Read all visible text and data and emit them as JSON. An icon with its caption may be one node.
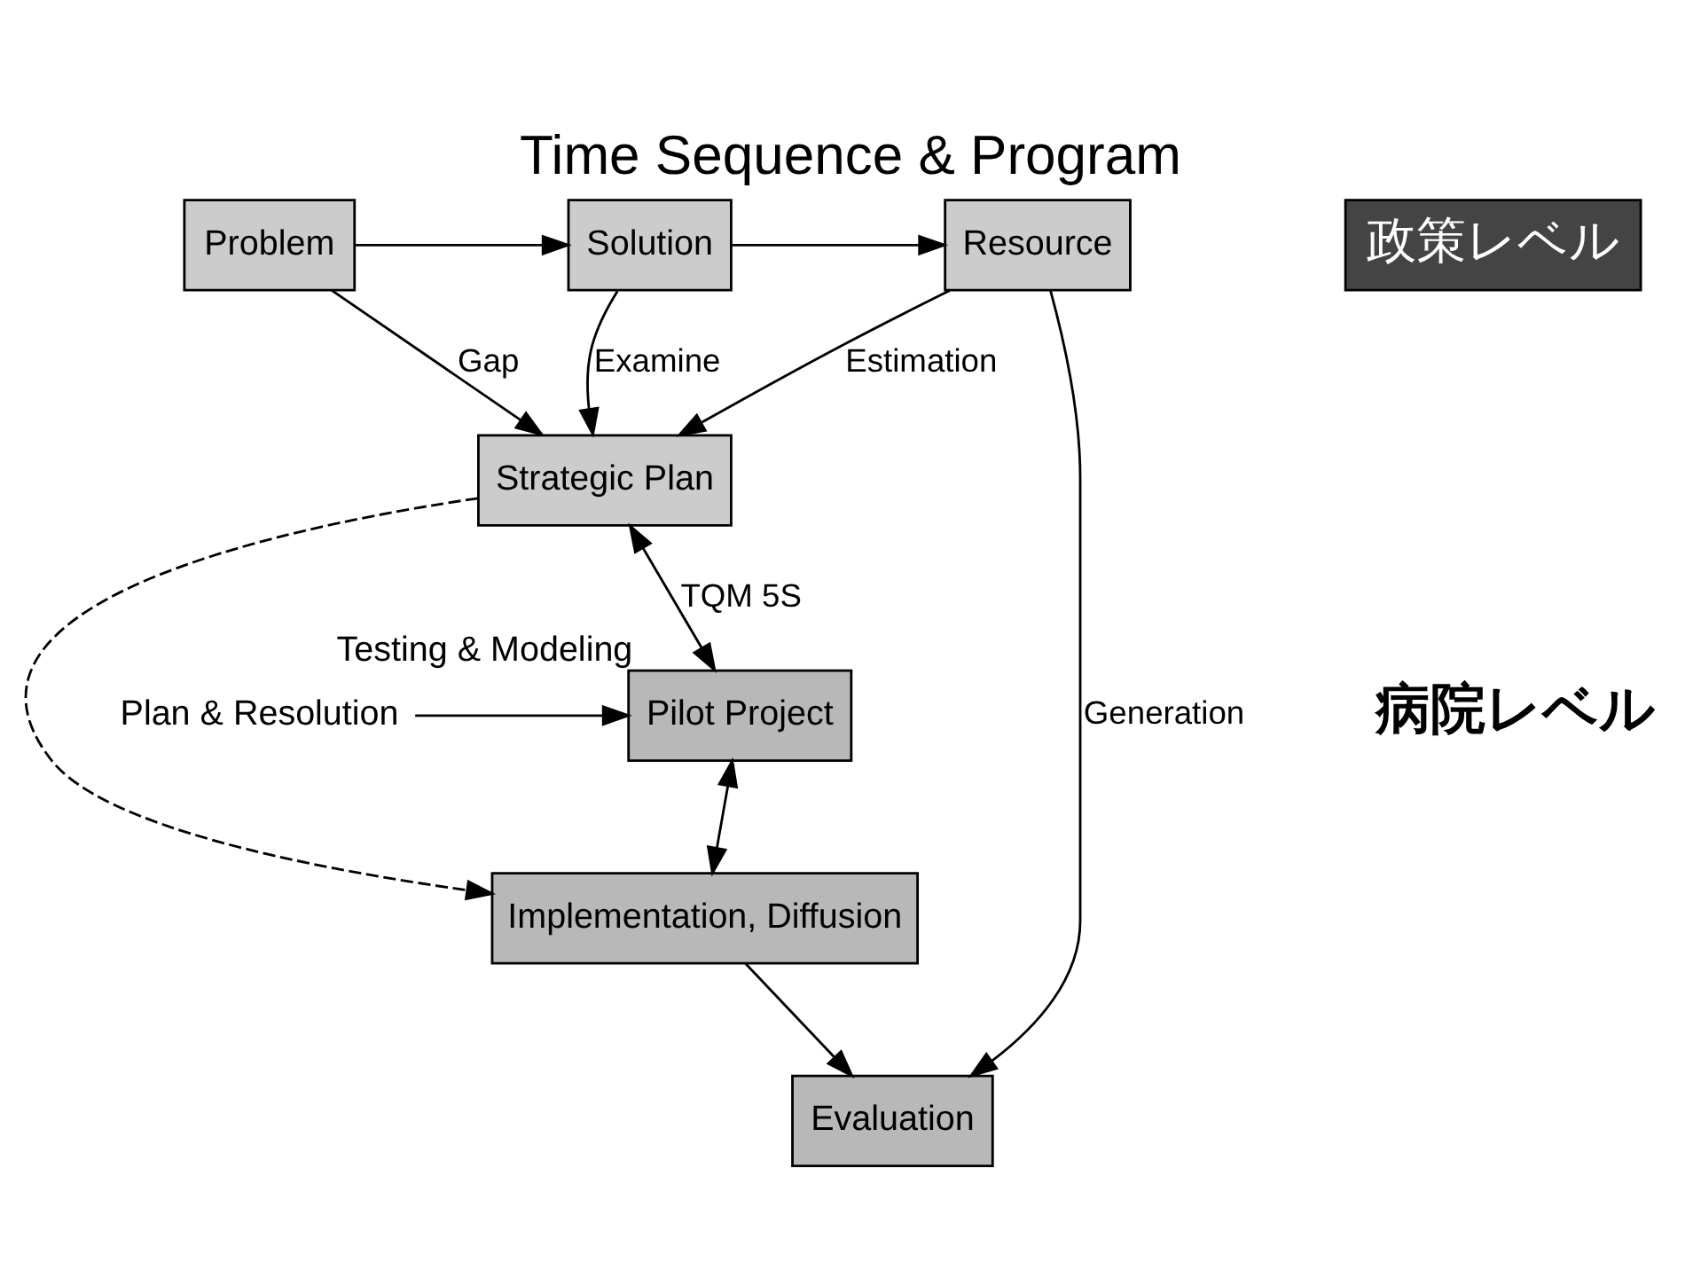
{
  "diagram": {
    "title": "Time Sequence & Program",
    "nodes": [
      {
        "text": [
          "Problem"
        ]
      },
      {
        "text": [
          "Solution"
        ]
      },
      {
        "text": [
          "Resource"
        ]
      },
      {
        "text": [
          "Strategic Plan"
        ]
      },
      {
        "text": [
          "Pilot Project"
        ],
        "beside": [
          "Testing & Modeling"
        ]
      },
      {
        "text": [
          "Implementation, Diffusion"
        ]
      },
      {
        "text": [
          "Evaluation"
        ]
      },
      {
        "text": [
          "Plan & Resolution"
        ]
      }
    ],
    "edges": [
      {
        "from": 0,
        "to": 1,
        "arrow": "to"
      },
      {
        "from": 1,
        "to": 2,
        "arrow": "to"
      },
      {
        "from": 0,
        "to": 3,
        "arrow": "to",
        "label": "Gap"
      },
      {
        "from": 1,
        "to": 3,
        "arrow": "to",
        "label": "Examine"
      },
      {
        "from": 2,
        "to": 3,
        "arrow": "to",
        "label": "Estimation"
      },
      {
        "from": 2,
        "to": 6,
        "arrow": "to",
        "label": "Generation"
      },
      {
        "from": 3,
        "to": 4,
        "arrow": "both",
        "label": "TQM 5S"
      },
      {
        "from": 3,
        "to": 5,
        "arrow": "to",
        "style": "dashed"
      },
      {
        "from": 4,
        "to": 5,
        "arrow": "both"
      },
      {
        "from": 5,
        "to": 6,
        "arrow": "to"
      },
      {
        "from": 7,
        "to": 4,
        "arrow": "to"
      }
    ],
    "labels": [
      "政策レベル",
      "病院レベル"
    ]
  }
}
